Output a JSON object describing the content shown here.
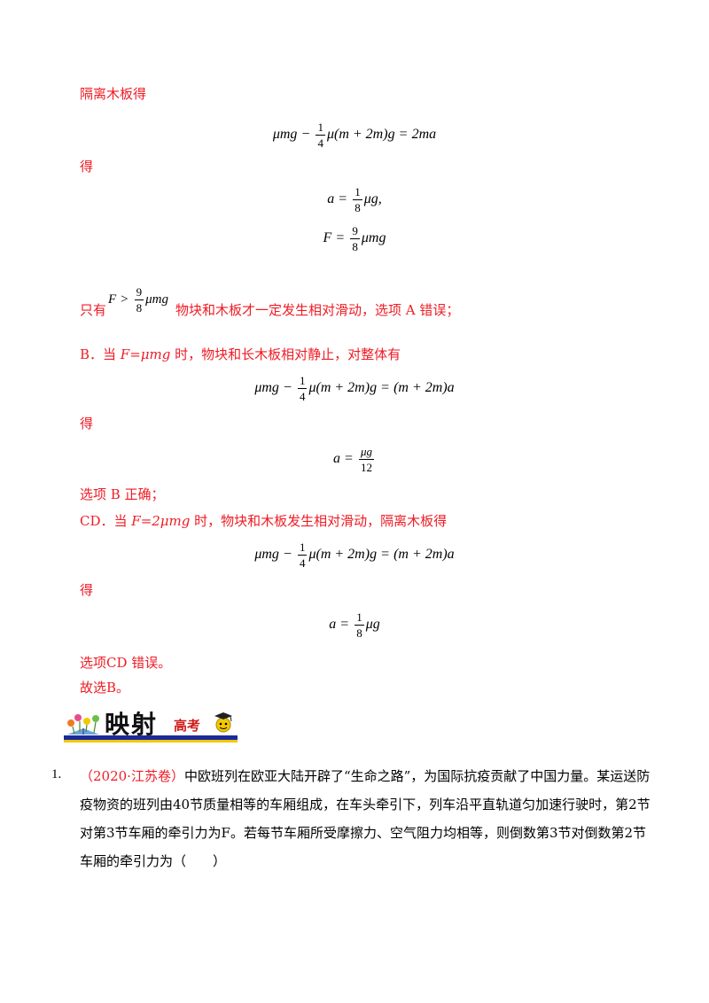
{
  "lines": {
    "l1": "隔离木板得",
    "l2": "得",
    "l3a": "只有",
    "l3b": "物块和木板才一定发生相对滑动，选项 A 错误；",
    "l4a": "B．当 ",
    "l4b": "F=μmg",
    "l4c": " 时，物块和长木板相对静止，对整体有",
    "l5": "得",
    "l6": "选项 B 正确；",
    "l7a": "CD．当 ",
    "l7b": "F=2μmg",
    "l7c": " 时，物块和木板发生相对滑动，隔离木板得",
    "l8": "得",
    "l9": "选项CD 错误。",
    "l10": "故选B。"
  },
  "equations": {
    "e1_left": "μmg",
    "e1_mid": "μ(m + 2m)g",
    "e1_right": "2ma",
    "e2_left": "a",
    "e2_right": "μg,",
    "e3_left": "F",
    "e3_right": "μmg",
    "e4_right": "(m + 2m)a",
    "e5_num": "μg",
    "e5_den": "12",
    "frac_1": "1",
    "frac_4": "4",
    "frac_8": "8",
    "frac_9": "9"
  },
  "logo": {
    "title": "映射",
    "subtitle": "高考"
  },
  "question": {
    "number": "1.",
    "source": "（2020·江苏卷）",
    "text": "中欧班列在欧亚大陆开辟了“生命之路”，为国际抗疫贡献了中国力量。某运送防疫物资的班列由40节质量相等的车厢组成，在车头牵引下，列车沿平直轨道匀加速行驶时，第2节对第3节车厢的牵引力为F。若每节车厢所受摩擦力、空气阻力均相等，则倒数第3节对倒数第2节车厢的牵引力为（　　）"
  },
  "colors": {
    "answer_red": "#ee1c25",
    "logo_blue": "#1a2a9c",
    "logo_yellow": "#f3c800"
  }
}
